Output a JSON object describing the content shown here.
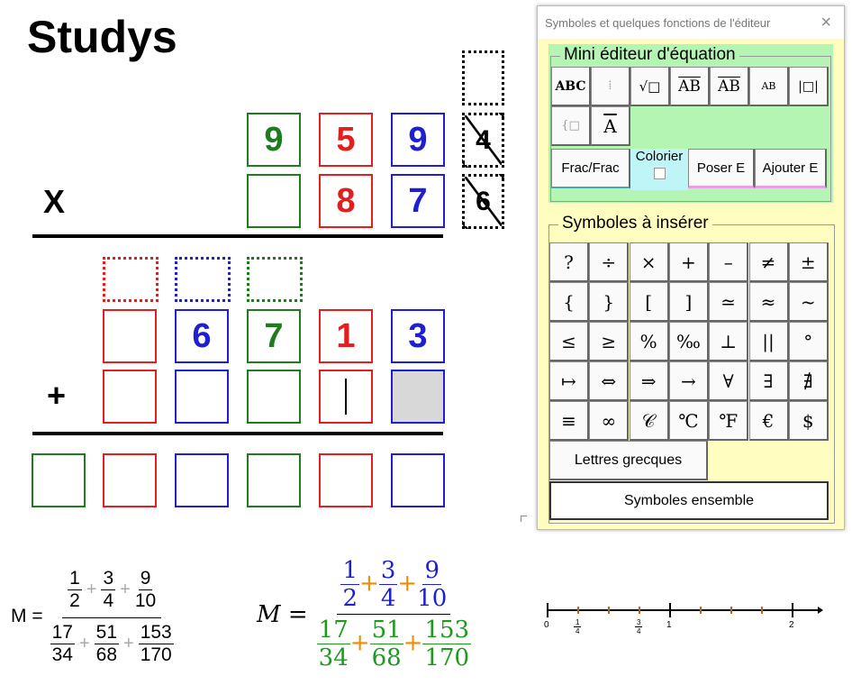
{
  "title": "Studys",
  "multiplication": {
    "operator_times": "X",
    "operator_plus": "+",
    "row1": [
      "9",
      "5",
      "9"
    ],
    "row2": [
      "",
      "8",
      "7"
    ],
    "carry_crossed": [
      "4",
      "6"
    ],
    "partial1": [
      "",
      "6",
      "7",
      "1",
      "3"
    ]
  },
  "editor": {
    "window_title": "Symboles et quelques fonctions de  l'éditeur",
    "close": "×",
    "mini_legend": "Mini éditeur d'équation",
    "tools": [
      "ABC",
      "⁞",
      "√□",
      "AB",
      "AB",
      "AB",
      "|□|",
      "{□",
      "A"
    ],
    "frac_frac": "Frac/Frac",
    "colorier": "Colorier",
    "poser": "Poser E",
    "ajouter": "Ajouter E",
    "symbols_legend": "Symboles à insérer",
    "symbols": [
      "?",
      "÷",
      "×",
      "+",
      "–",
      "≠",
      "±",
      "{",
      "}",
      "[",
      "]",
      "≃",
      "≈",
      "~",
      "≤",
      "≥",
      "%",
      "‰",
      "⊥",
      "||",
      "°",
      "↦",
      "⇔",
      "⇒",
      "→",
      "∀",
      "∃",
      "∄",
      "≡",
      "∞",
      "𝒞",
      "℃",
      "℉",
      "€",
      "$"
    ],
    "greek": "Lettres grecques",
    "sets": "Symboles ensemble"
  },
  "formula": {
    "lhs": "M =",
    "num": [
      [
        "1",
        "2"
      ],
      [
        "3",
        "4"
      ],
      [
        "9",
        "10"
      ]
    ],
    "den": [
      [
        "17",
        "34"
      ],
      [
        "51",
        "68"
      ],
      [
        "153",
        "170"
      ]
    ],
    "plus": "+"
  },
  "number_line": {
    "labels": [
      "0",
      "1",
      "2"
    ],
    "fractions": [
      [
        "1",
        "4"
      ],
      [
        "3",
        "4"
      ]
    ]
  }
}
